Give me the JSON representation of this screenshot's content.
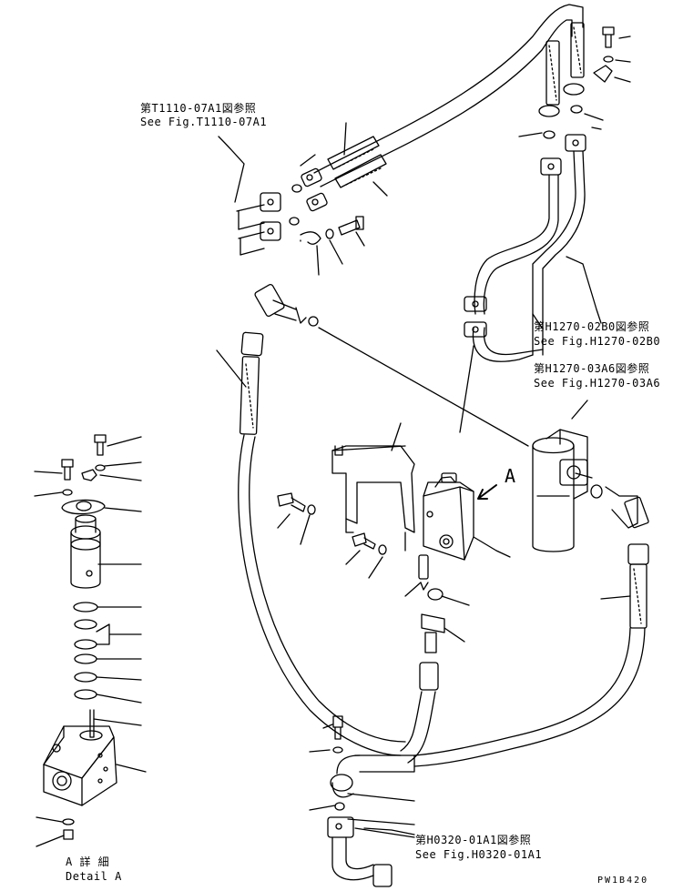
{
  "references": {
    "t1110": {
      "jp": "第T1110-07A1図参照",
      "en": "See Fig.T1110-07A1"
    },
    "h1270_02b0": {
      "jp": "第H1270-02B0図参照",
      "en": "See Fig.H1270-02B0"
    },
    "h1270_03a6": {
      "jp": "第H1270-03A6図参照",
      "en": "See Fig.H1270-03A6"
    },
    "h0320": {
      "jp": "第H0320-01A1図参照",
      "en": "See Fig.H0320-01A1"
    }
  },
  "view_marker": "A",
  "detail": {
    "jp": "A 詳 細",
    "en": "Detail A"
  },
  "drawing_code": "PW1B420",
  "colors": {
    "line": "#000000",
    "background": "#ffffff"
  }
}
